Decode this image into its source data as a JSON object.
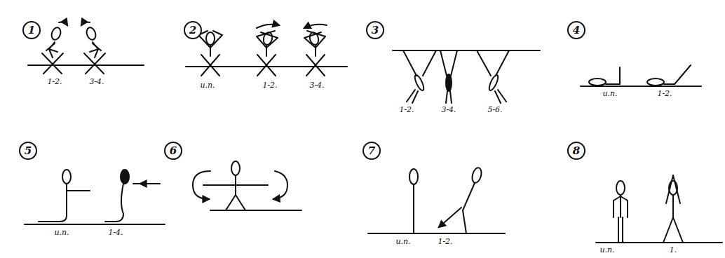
{
  "diagram": {
    "nodes": [
      {
        "text": [
          "1"
        ]
      },
      {
        "text": [
          "2"
        ]
      },
      {
        "text": [
          "3"
        ]
      },
      {
        "text": [
          "4"
        ]
      },
      {
        "text": [
          "5"
        ]
      },
      {
        "text": [
          "6"
        ]
      },
      {
        "text": [
          "7"
        ]
      },
      {
        "text": [
          "8"
        ]
      }
    ],
    "labels": [
      "1-2.",
      "3-4.",
      "и.п.",
      "1-2.",
      "3-4.",
      "1-2.",
      "3-4.",
      "5-6.",
      "и.п.",
      "1-2.",
      "и.п.",
      "1-4.",
      "и.п.",
      "1-2.",
      "и.п.",
      "1."
    ]
  }
}
